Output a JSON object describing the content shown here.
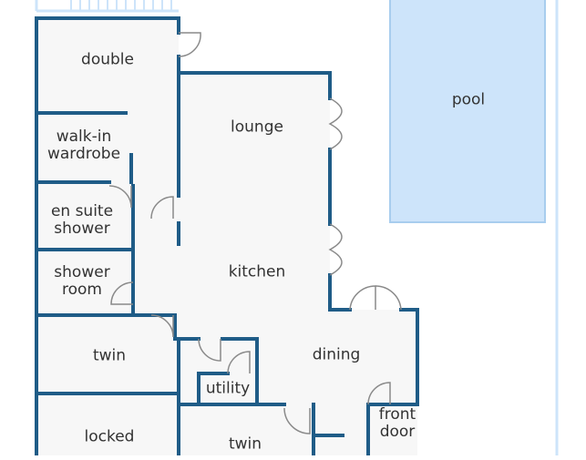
{
  "plan": {
    "colors": {
      "wall": "#1f5c87",
      "floor": "#f7f7f7",
      "pool_fill": "#cde4fa",
      "pool_edge": "#a8cdee",
      "door": "#8a8a8a",
      "background": "#ffffff"
    },
    "rooms": [
      {
        "id": "double",
        "label": "double"
      },
      {
        "id": "walk-in-wardrobe",
        "label": "walk-in\nwardrobe"
      },
      {
        "id": "en-suite-shower",
        "label": "en suite\nshower"
      },
      {
        "id": "shower-room",
        "label": "shower\nroom"
      },
      {
        "id": "twin-west",
        "label": "twin"
      },
      {
        "id": "locked",
        "label": "locked"
      },
      {
        "id": "lounge",
        "label": "lounge"
      },
      {
        "id": "kitchen",
        "label": "kitchen"
      },
      {
        "id": "dining",
        "label": "dining"
      },
      {
        "id": "utility",
        "label": "utility"
      },
      {
        "id": "twin-south",
        "label": "twin"
      },
      {
        "id": "front-door",
        "label": "front\ndoor"
      },
      {
        "id": "pool",
        "label": "pool"
      }
    ]
  }
}
